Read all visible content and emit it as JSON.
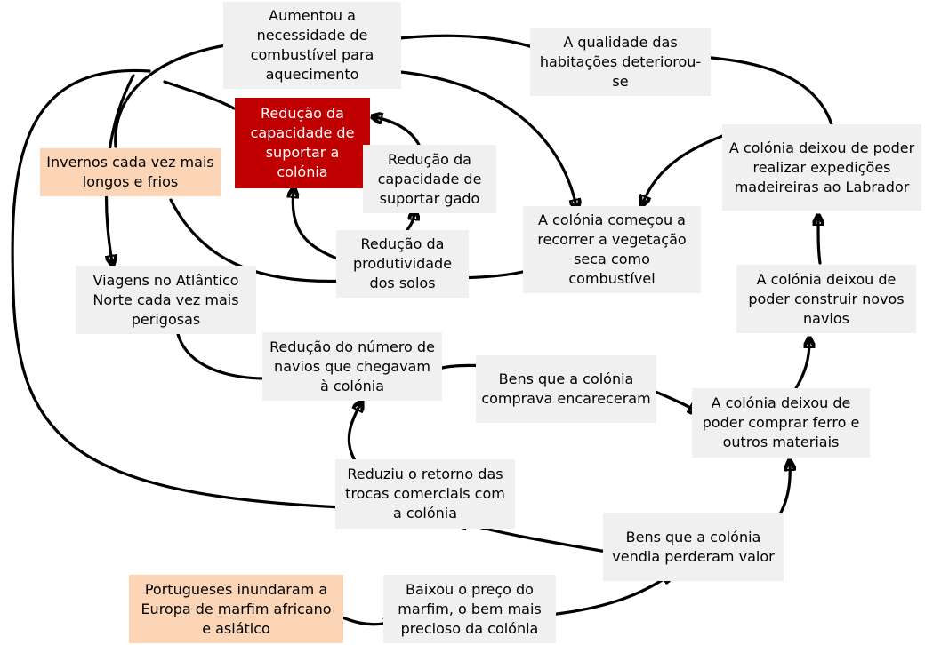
{
  "nodes": {
    "combustivel": "Aumentou a necessidade de combustível para aquecimento",
    "habitacoes": "A qualidade das habitações deteriorou-se",
    "capacidade_colonia": "Redução da capacidade de suportar a colónia",
    "capacidade_gado": "Redução da capacidade de suportar gado",
    "invernos": "Invernos cada vez mais longos e frios",
    "expedicoes": "A colónia deixou de poder realizar expedições madeireiras ao Labrador",
    "vegetacao": "A colónia começou a recorrer a vegetação seca como combustível",
    "produtividade": "Redução da produtividade dos solos",
    "viagens": "Viagens no Atlântico Norte cada vez mais perigosas",
    "navios_novos": "A colónia deixou de poder construir novos navios",
    "numero_navios": "Redução do número de navios que chegavam à colónia",
    "bens_comprava": "Bens que a colónia comprava encareceram",
    "ferro": "A colónia deixou de poder comprar ferro e outros materiais",
    "retorno": "Reduziu o retorno das trocas comerciais com a colónia",
    "bens_vendia": "Bens que a colónia vendia perderam valor",
    "portugueses": "Portugueses inundaram a Europa de marfim africano e asiático",
    "marfim": "Baixou o preço do marfim, o bem mais precioso da colónia"
  },
  "colors": {
    "node_fill": "#f0f0f0",
    "highlight_fill": "#fbd5b5",
    "center_fill": "#c00000",
    "center_text": "#ffffff",
    "arrow": "#000000"
  }
}
